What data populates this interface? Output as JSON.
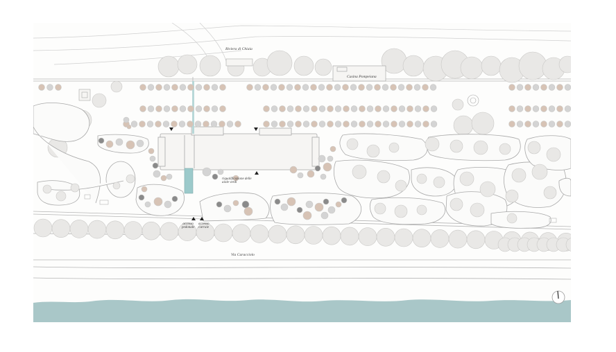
{
  "map": {
    "labels": {
      "riviera": "Riviera di Chiaia",
      "casina": "Casina Pompeiana",
      "via_caracciolo": "Via Caracciolo",
      "riqualificazione_line1": "riqualificazione delle",
      "riqualificazione_line2": "aiole verdi",
      "accesso_pedonale_line1": "accesso",
      "accesso_pedonale_line2": "pedonale",
      "accesso_carrabile_line1": "accesso",
      "accesso_carrabile_line2": "carraie"
    },
    "colors": {
      "sea": "#a9c7c8",
      "water_feature": "#9ccacb",
      "building": "#f6f5f3",
      "tree_fill": "#e9e8e6",
      "tree_stroke": "#c9c8c6",
      "palm_tan": "#d7c3b5",
      "palm_grey": "#d4d4d4",
      "dot_dark": "#8a8a8a",
      "line": "#b5b5b5"
    },
    "icons": [
      "north-arrow-icon"
    ]
  }
}
